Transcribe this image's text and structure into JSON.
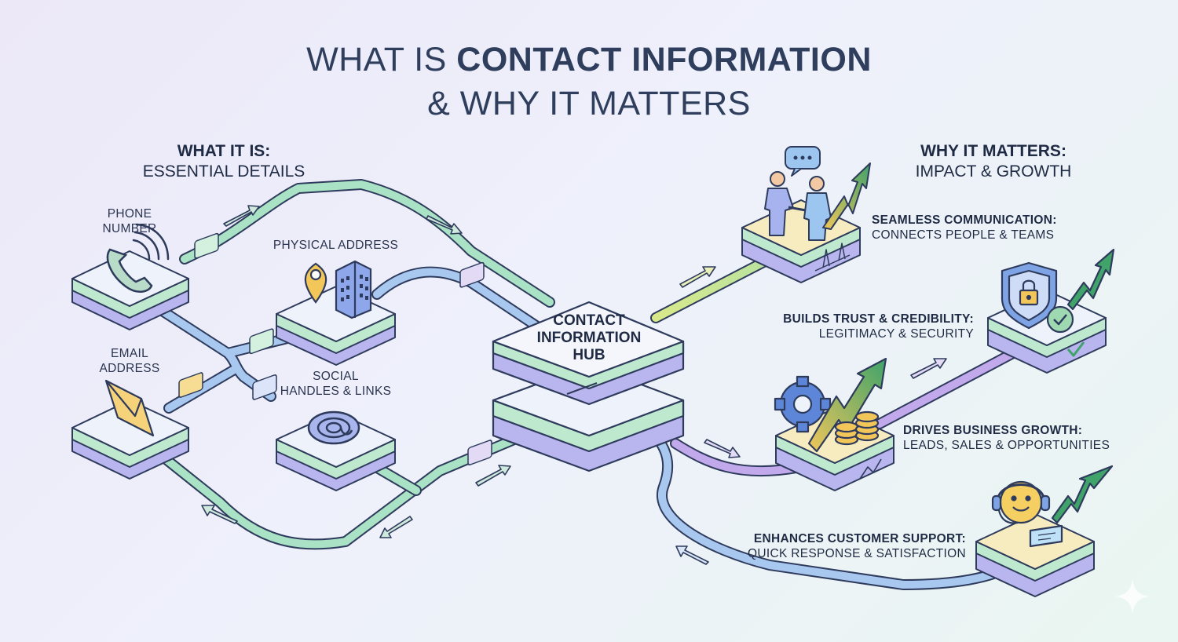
{
  "title": {
    "line1_prefix": "WHAT IS ",
    "line1_bold": "CONTACT INFORMATION",
    "line2": "& WHY IT MATTERS"
  },
  "left_section": {
    "heading": "WHAT IT IS:",
    "subheading": "ESSENTIAL DETAILS"
  },
  "right_section": {
    "heading": "WHY IT MATTERS:",
    "subheading": "IMPACT & GROWTH"
  },
  "inputs": {
    "phone": {
      "line1": "PHONE",
      "line2": "NUMBER",
      "icon": "phone-icon"
    },
    "address": {
      "label": "PHYSICAL ADDRESS",
      "icon": "location-building-icon"
    },
    "email": {
      "line1": "EMAIL",
      "line2": "ADDRESS",
      "icon": "envelope-icon"
    },
    "social": {
      "line1": "SOCIAL",
      "line2": "HANDLES & LINKS",
      "icon": "at-sign-icon"
    }
  },
  "hub": {
    "line1": "CONTACT",
    "line2": "INFORMATION",
    "line3": "HUB"
  },
  "outcomes": {
    "communication": {
      "heading": "SEAMLESS COMMUNICATION:",
      "detail": "CONNECTS PEOPLE & TEAMS",
      "icon": "handshake-icon"
    },
    "trust": {
      "heading": "BUILDS TRUST & CREDIBILITY:",
      "detail": "LEGITIMACY & SECURITY",
      "icon": "shield-lock-icon"
    },
    "growth": {
      "heading": "DRIVES BUSINESS GROWTH:",
      "detail": "LEADS, SALES & OPPORTUNITIES",
      "icon": "gear-coins-icon"
    },
    "support": {
      "heading": "ENHANCES CUSTOMER SUPPORT:",
      "detail": "QUICK RESPONSE & SATISFACTION",
      "icon": "headset-smile-icon"
    }
  },
  "colors": {
    "platform_top": "#eef3fb",
    "platform_green": "#bfe9cf",
    "platform_purple": "#b9b5ee",
    "pipe_green": "#a9e2c4",
    "pipe_blue": "#a9c8f0",
    "pipe_purple": "#c2a9ec",
    "outline": "#2e3b5c",
    "accent_green": "#3fa36a",
    "accent_yellow": "#f3c65a"
  }
}
